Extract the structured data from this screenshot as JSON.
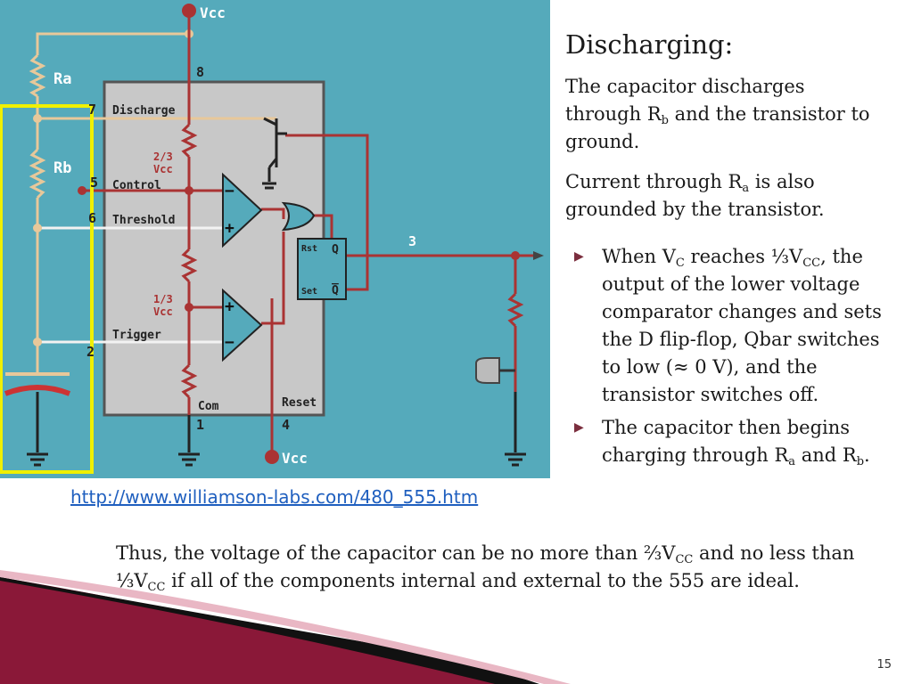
{
  "slide": {
    "title": "Discharging:",
    "para1": {
      "before": "The capacitor discharges through R",
      "sub": "b",
      "after": " and the transistor to ground."
    },
    "para2": {
      "before": "Current through R",
      "sub": "a",
      "after": " is also grounded by the transistor."
    },
    "bullets": [
      {
        "parts": [
          {
            "t": "When V"
          },
          {
            "s": "C"
          },
          {
            "t": " reaches ⅓V"
          },
          {
            "s": "CC"
          },
          {
            "t": ", the output of the lower voltage comparator changes and sets the D flip-flop, Qbar switches to  low (≈ 0 V), and the transistor switches off."
          }
        ]
      },
      {
        "parts": [
          {
            "t": "The capacitor then begins charging through R"
          },
          {
            "s": "a"
          },
          {
            "t": " and R"
          },
          {
            "s": "b"
          },
          {
            "t": "."
          }
        ]
      }
    ],
    "link": "http://www.williamson-labs.com/480_555.htm",
    "summary": {
      "p1": "Thus, the voltage of the capacitor can be no more than ⅔V",
      "s1": "CC",
      "p2": " and no less than ⅓V",
      "s2": "CC",
      "p3": " if all of the components internal and external to the 555 are ideal."
    },
    "page_number": "15",
    "colors": {
      "accent": "#7b2e3e",
      "diagram_bg": "#55aabb",
      "link": "#1f5fbf",
      "highlight_box": "#f0f000"
    }
  },
  "circuit": {
    "vcc": "Vcc",
    "ra": "Ra",
    "rb": "Rb",
    "pin_8": "8",
    "pin_7": "7",
    "pin_5": "5",
    "pin_6": "6",
    "pin_2": "2",
    "pin_1": "1",
    "pin_4": "4",
    "pin_3": "3",
    "discharge": "Discharge",
    "control": "Control",
    "threshold": "Threshold",
    "trigger": "Trigger",
    "com": "Com",
    "reset": "Reset",
    "two_thirds_top": "2/3",
    "two_thirds_bottom": "Vcc",
    "one_third_top": "1/3",
    "one_third_bottom": "Vcc",
    "rst": "Rst",
    "set": "Set",
    "q": "Q"
  }
}
